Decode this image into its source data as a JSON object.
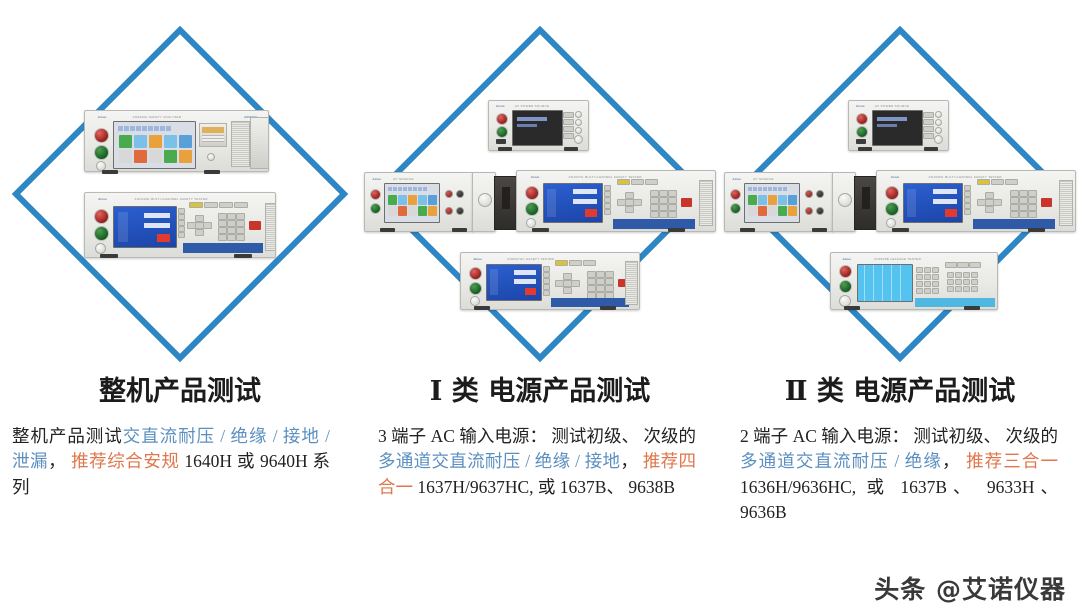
{
  "theme": {
    "diamond_color": "#2f86c5",
    "accent_blue": "#5b8fc0",
    "accent_orange": "#e0764c",
    "background": "#ffffff"
  },
  "columns": [
    {
      "id": "whole-machine",
      "heading": "整机产品测试",
      "paragraph_parts": [
        {
          "text": "整机产品测试",
          "color": "default"
        },
        {
          "text": "交直流耐压 / 绝缘 / 接地 / 泄漏",
          "color": "blue"
        },
        {
          "text": "，  ",
          "color": "default"
        },
        {
          "text": "推荐综合安规",
          "color": "orange"
        },
        {
          "text": " 1640H 或 9640H 系列",
          "color": "default"
        }
      ],
      "paragraph_plain": "整机产品测试交直流耐压 / 绝缘 / 接地 / 泄漏，  推荐综合安规 1640H 或 9640H 系列",
      "models": [
        "1640H",
        "9640H"
      ],
      "devices": [
        {
          "name": "safety-analyzer-touchscreen",
          "screen": "color-icon-grid"
        },
        {
          "name": "safety-analyzer-keypad",
          "screen": "blue-lcd"
        }
      ]
    },
    {
      "id": "class-1-power",
      "heading": "Ⅰ 类  电源产品测试",
      "paragraph_parts": [
        {
          "text": "3 端子 AC 输入电源：  测试初级、  次级的",
          "color": "default"
        },
        {
          "text": "多通道交直流耐压 / 绝缘 / 接地",
          "color": "blue"
        },
        {
          "text": "，  ",
          "color": "default"
        },
        {
          "text": "推荐四合一",
          "color": "orange"
        },
        {
          "text": " 1637H/9637HC, 或 1637B、  9638B",
          "color": "default"
        }
      ],
      "paragraph_plain": "3 端子 AC 输入电源：  测试初级、  次级的多通道交直流耐压 / 绝缘 / 接地，  推荐四合一 1637H/9637HC, 或 1637B、  9638B",
      "models": [
        "1637H/9637HC",
        "1637B",
        "9638B"
      ],
      "devices": [
        {
          "name": "ac-source-dark-screen",
          "screen": "dark-lcd"
        },
        {
          "name": "programmable-ac-source",
          "screen": "color-icon-grid"
        },
        {
          "name": "multichannel-analyzer-right",
          "screen": "blue-lcd"
        },
        {
          "name": "multichannel-analyzer-bottom",
          "screen": "blue-lcd"
        }
      ]
    },
    {
      "id": "class-2-power",
      "heading": "Ⅱ 类  电源产品测试",
      "paragraph_parts": [
        {
          "text": "2 端子 AC 输入电源：  测试初级、  次级的",
          "color": "default"
        },
        {
          "text": "多通道交直流耐压 / 绝缘",
          "color": "blue"
        },
        {
          "text": "，  ",
          "color": "default"
        },
        {
          "text": "推荐三合一",
          "color": "orange"
        },
        {
          "text": " 1636H/9636HC,  或 1637B、  9633H、  9636B",
          "color": "default"
        }
      ],
      "paragraph_plain": "2 端子 AC 输入电源：  测试初级、  次级的多通道交直流耐压 / 绝缘，  推荐三合一 1636H/9636HC,  或 1637B、  9633H、  9636B",
      "models": [
        "1636H/9636HC",
        "1637B",
        "9633H",
        "9636B"
      ],
      "devices": [
        {
          "name": "ac-source-dark-screen",
          "screen": "dark-lcd"
        },
        {
          "name": "programmable-ac-source",
          "screen": "color-icon-grid"
        },
        {
          "name": "multichannel-analyzer-right",
          "screen": "blue-lcd"
        },
        {
          "name": "leakage-tester-cyan",
          "screen": "cyan-lcd"
        }
      ]
    }
  ],
  "watermark": {
    "text": "头条 @艾诺仪器"
  }
}
